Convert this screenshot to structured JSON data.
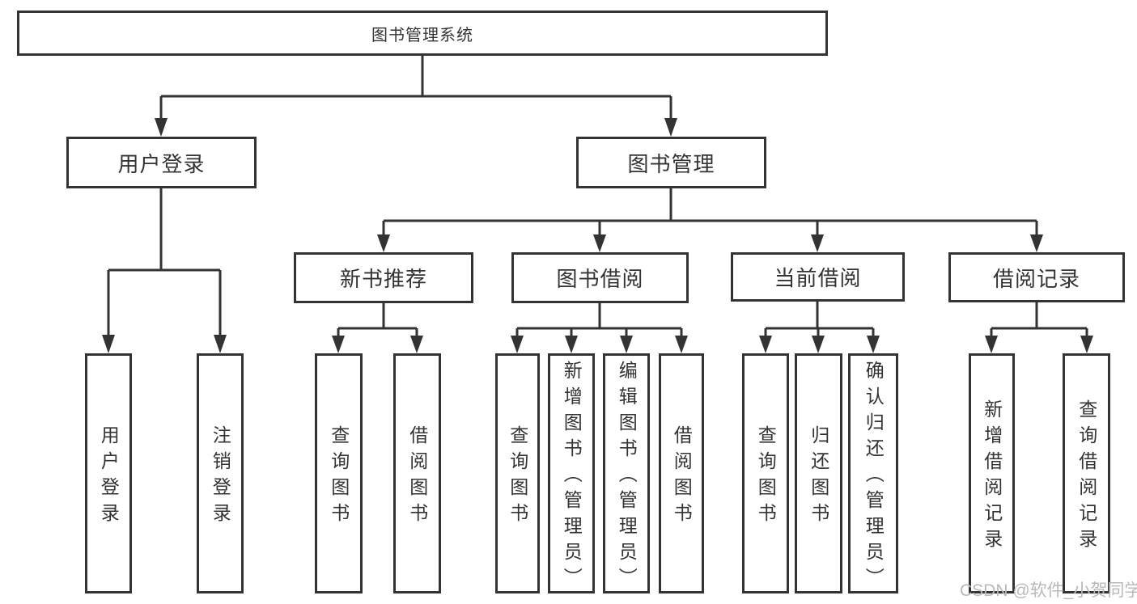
{
  "diagram_title": "图书管理系统",
  "tree": {
    "root": "图书管理系统",
    "children": [
      {
        "label": "用户登录",
        "children": [
          "用户登录",
          "注销登录"
        ]
      },
      {
        "label": "图书管理",
        "children": [
          {
            "label": "新书推荐",
            "children": [
              "查询图书",
              "借阅图书"
            ]
          },
          {
            "label": "图书借阅",
            "children": [
              "查询图书",
              "新增图书（管理员）",
              "编辑图书（管理员）",
              "借阅图书"
            ]
          },
          {
            "label": "当前借阅",
            "children": [
              "查询图书",
              "归还图书",
              "确认归还（管理员）"
            ]
          },
          {
            "label": "借阅记录",
            "children": [
              "新增借阅记录",
              "查询借阅记录"
            ]
          }
        ]
      }
    ]
  },
  "watermark": "CSDN @软件_小贺同学",
  "colors": {
    "line": "#333333",
    "text": "#333333",
    "background": "#ffffff",
    "watermark": "#b9b9b9"
  }
}
